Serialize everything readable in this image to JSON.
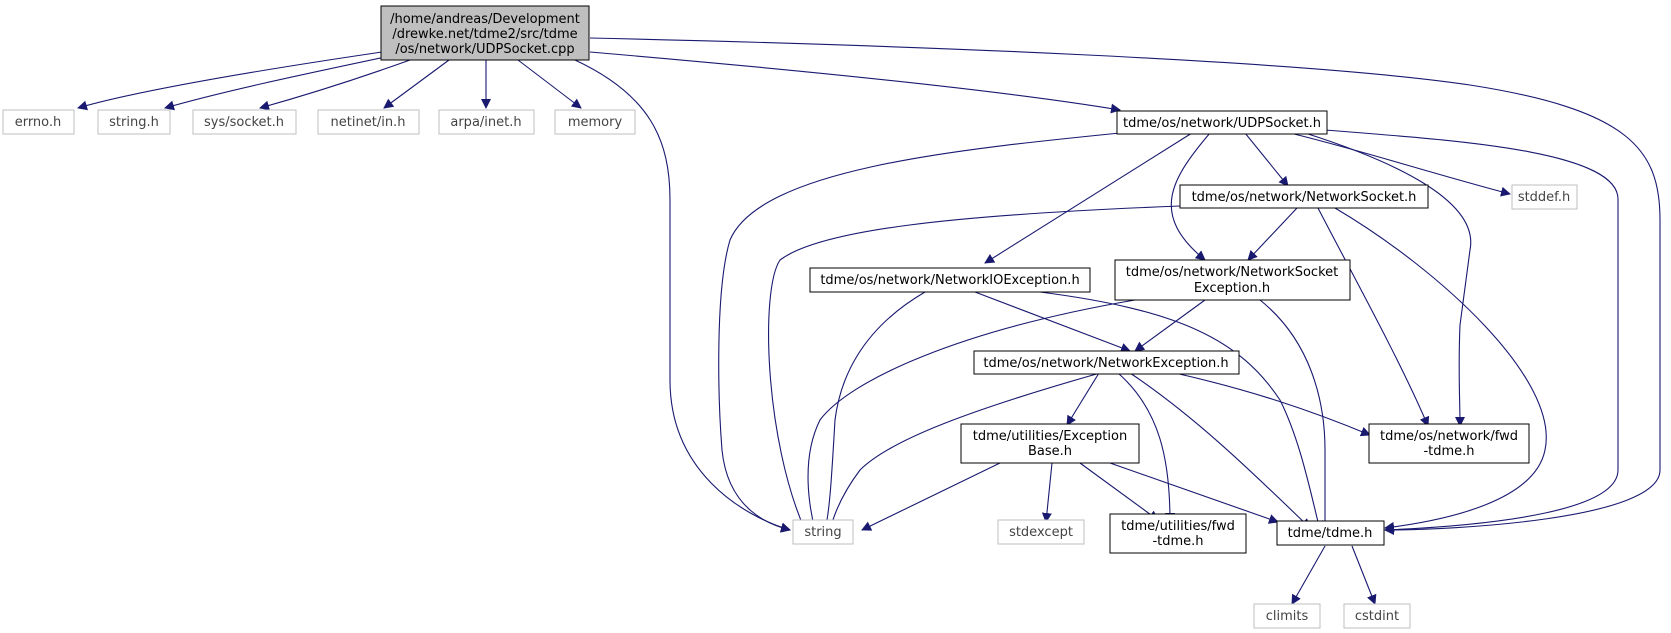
{
  "colors": {
    "edge": "#191970",
    "root_fill": "#bfbfbf",
    "local_border": "#000000",
    "system_border": "#bfbfbf"
  },
  "nodes": {
    "root": [
      "/home/andreas/Development",
      "/drewke.net/tdme2/src/tdme",
      "/os/network/UDPSocket.cpp"
    ],
    "errno": [
      "errno.h"
    ],
    "string_h": [
      "string.h"
    ],
    "sys_socket": [
      "sys/socket.h"
    ],
    "netinet_in": [
      "netinet/in.h"
    ],
    "arpa_inet": [
      "arpa/inet.h"
    ],
    "memory": [
      "memory"
    ],
    "udpsocket_h": [
      "tdme/os/network/UDPSocket.h"
    ],
    "stddef": [
      "stddef.h"
    ],
    "networksocket": [
      "tdme/os/network/NetworkSocket.h"
    ],
    "networkioexception": [
      "tdme/os/network/NetworkIOException.h"
    ],
    "networksocketexception": [
      "tdme/os/network/NetworkSocket",
      "Exception.h"
    ],
    "networkexception": [
      "tdme/os/network/NetworkException.h"
    ],
    "exceptionbase": [
      "tdme/utilities/Exception",
      "Base.h"
    ],
    "network_fwd": [
      "tdme/os/network/fwd",
      "-tdme.h"
    ],
    "string": [
      "string"
    ],
    "stdexcept": [
      "stdexcept"
    ],
    "utilities_fwd": [
      "tdme/utilities/fwd",
      "-tdme.h"
    ],
    "tdme_h": [
      "tdme/tdme.h"
    ],
    "climits": [
      "climits"
    ],
    "cstdint": [
      "cstdint"
    ]
  }
}
